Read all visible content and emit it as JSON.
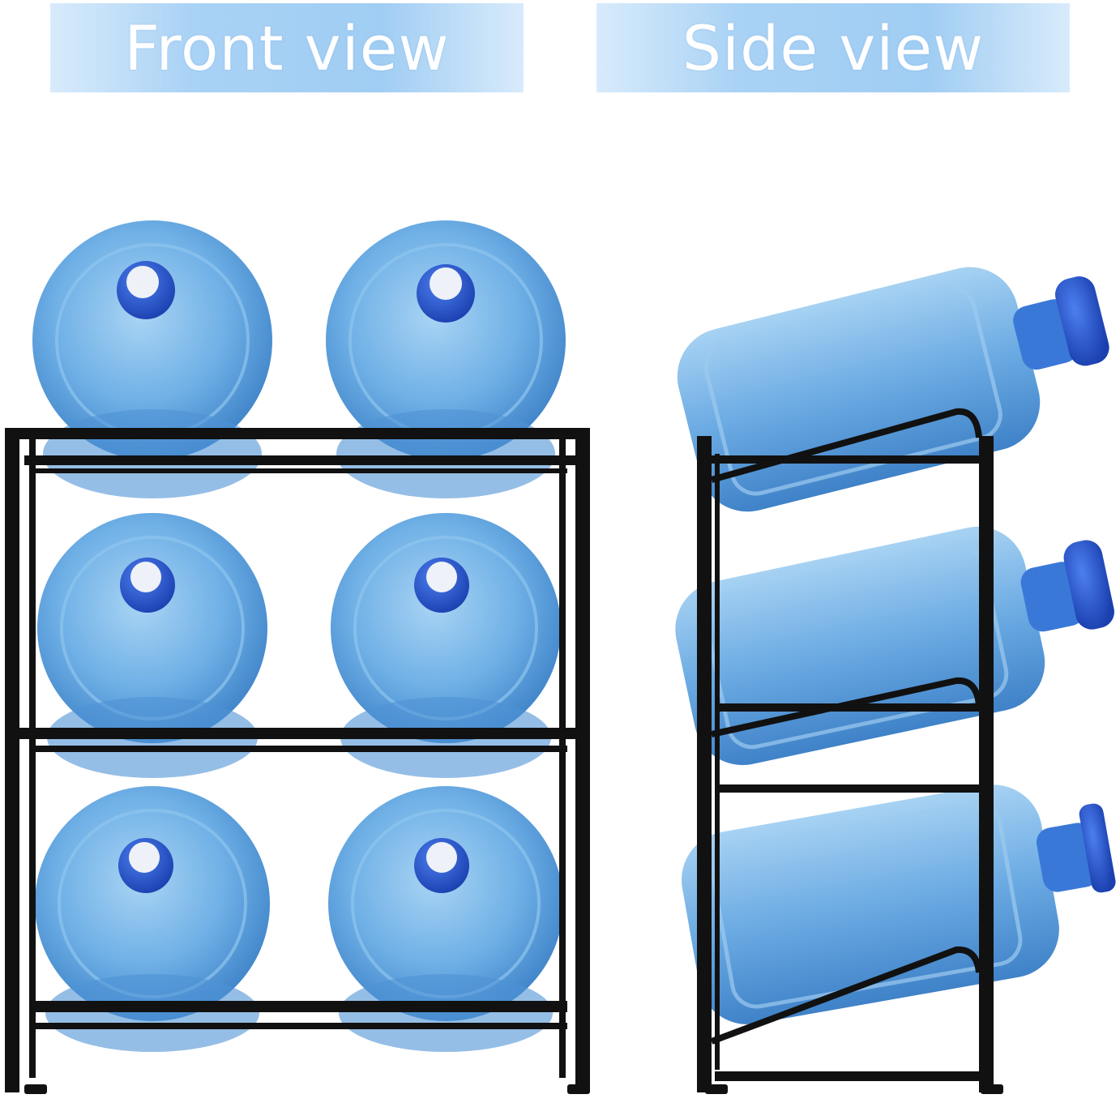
{
  "banners": {
    "front": "Front view",
    "side": "Side view"
  },
  "colors": {
    "banner_bg": "#a9d2f5",
    "bottle_blue": "#5a9fdc",
    "cap_blue": "#1f4fc4",
    "rack_black": "#111111"
  },
  "front_view": {
    "rack_tiers": 3,
    "bottles_per_tier": 2,
    "bottle_count": 6
  },
  "side_view": {
    "rack_tiers": 3,
    "bottle_count": 3
  }
}
